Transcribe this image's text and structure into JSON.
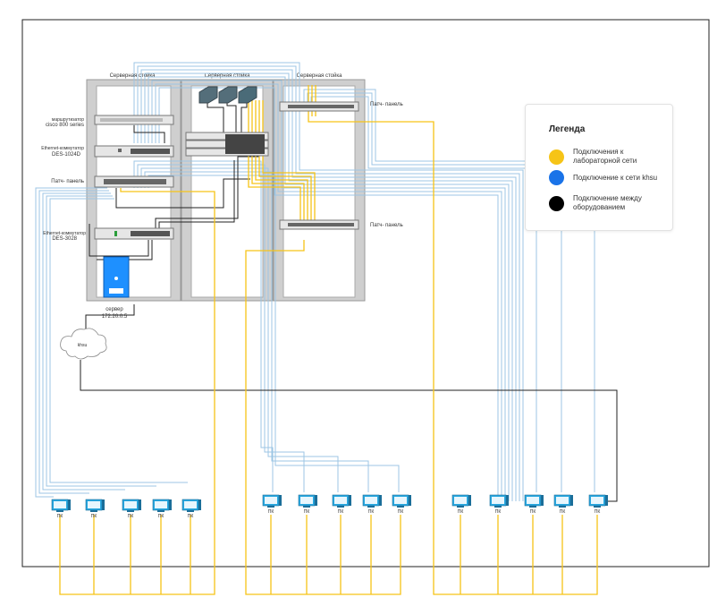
{
  "rack_titles": [
    "Серверная стойка",
    "Серверная стойка",
    "Серверная стойка"
  ],
  "devices": {
    "router": {
      "line1": "маршрутизатор",
      "line2": "cisco 800 series"
    },
    "switch1": {
      "line1": "Ethernet-коммутатор",
      "line2": "DES-1024D"
    },
    "patch_left": "Патч- панель",
    "switch2": {
      "line1": "Ethernet-коммутатор",
      "line2": "DES-3028"
    },
    "server": {
      "line1": "сервер",
      "line2": "172.20.0.5"
    },
    "cloud": "khsu",
    "patch_right_top": "Патч- панель",
    "patch_right_bottom": "Патч- панель"
  },
  "legend": {
    "title": "Легенда",
    "items": [
      {
        "label": "Подключения к лабораторной сети",
        "color": "#f6c417"
      },
      {
        "label": "Подключение к сети khsu",
        "color": "#1a73e8"
      },
      {
        "label": "Подключение между оборудованием",
        "color": "#000000"
      }
    ]
  },
  "pc_label": "ПК",
  "colors": {
    "yellow": "#f6c417",
    "blue": "#9cc6e4",
    "black": "#222222",
    "rack": "#cfcfcf"
  }
}
